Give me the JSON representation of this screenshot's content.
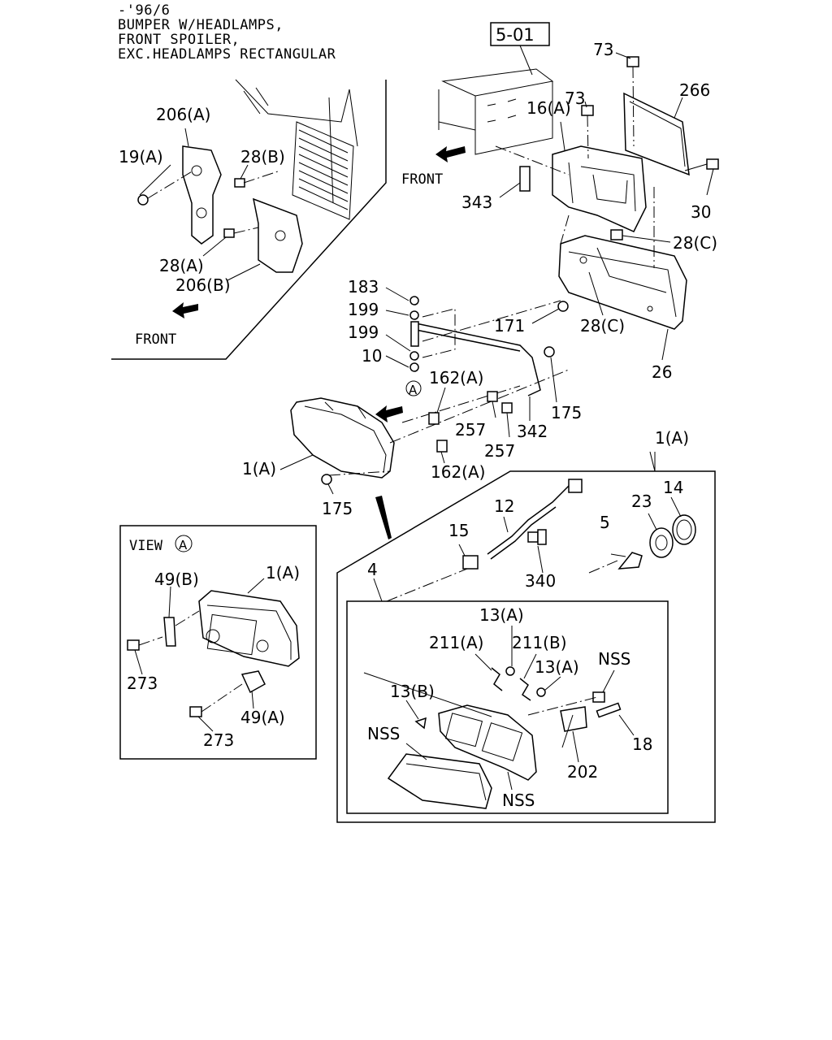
{
  "header": {
    "line1": "-'96/6",
    "line2": "BUMPER W/HEADLAMPS,",
    "line3": "FRONT SPOILER,",
    "line4": "EXC.HEADLAMPS RECTANGULAR"
  },
  "ref_box": "5-01",
  "directions": {
    "front_top": "FRONT",
    "front_left": "FRONT"
  },
  "view_box": {
    "title": "VIEW",
    "marker": "A"
  },
  "callout_marker": "A",
  "labels": {
    "l73a": "73",
    "l73b": "73",
    "l266": "266",
    "l16a": "16(A)",
    "l30": "30",
    "l343": "343",
    "l28c_top": "28(C)",
    "l28c_mid": "28(C)",
    "l26": "26",
    "l171": "171",
    "l183": "183",
    "l199a": "199",
    "l199b": "199",
    "l10": "10",
    "l162a_top": "162(A)",
    "l162a_bot": "162(A)",
    "l175a": "175",
    "l175b": "175",
    "l257a": "257",
    "l257b": "257",
    "l342": "342",
    "l1a_main": "1(A)",
    "l1a_right": "1(A)",
    "l206a": "206(A)",
    "l206b": "206(B)",
    "l19a": "19(A)",
    "l28b": "28(B)",
    "l28a": "28(A)",
    "l12": "12",
    "l15": "15",
    "l5": "5",
    "l23": "23",
    "l14": "14",
    "l340": "340",
    "l4": "4",
    "l13a_top": "13(A)",
    "l211a": "211(A)",
    "l211b": "211(B)",
    "l13a_mid": "13(A)",
    "l13b": "13(B)",
    "l_nss_a": "NSS",
    "l_nss_b": "NSS",
    "l_nss_c": "NSS",
    "l18": "18",
    "l202": "202",
    "l49b": "49(B)",
    "l1a_view": "1(A)",
    "l273a": "273",
    "l49a": "49(A)",
    "l273b": "273"
  }
}
